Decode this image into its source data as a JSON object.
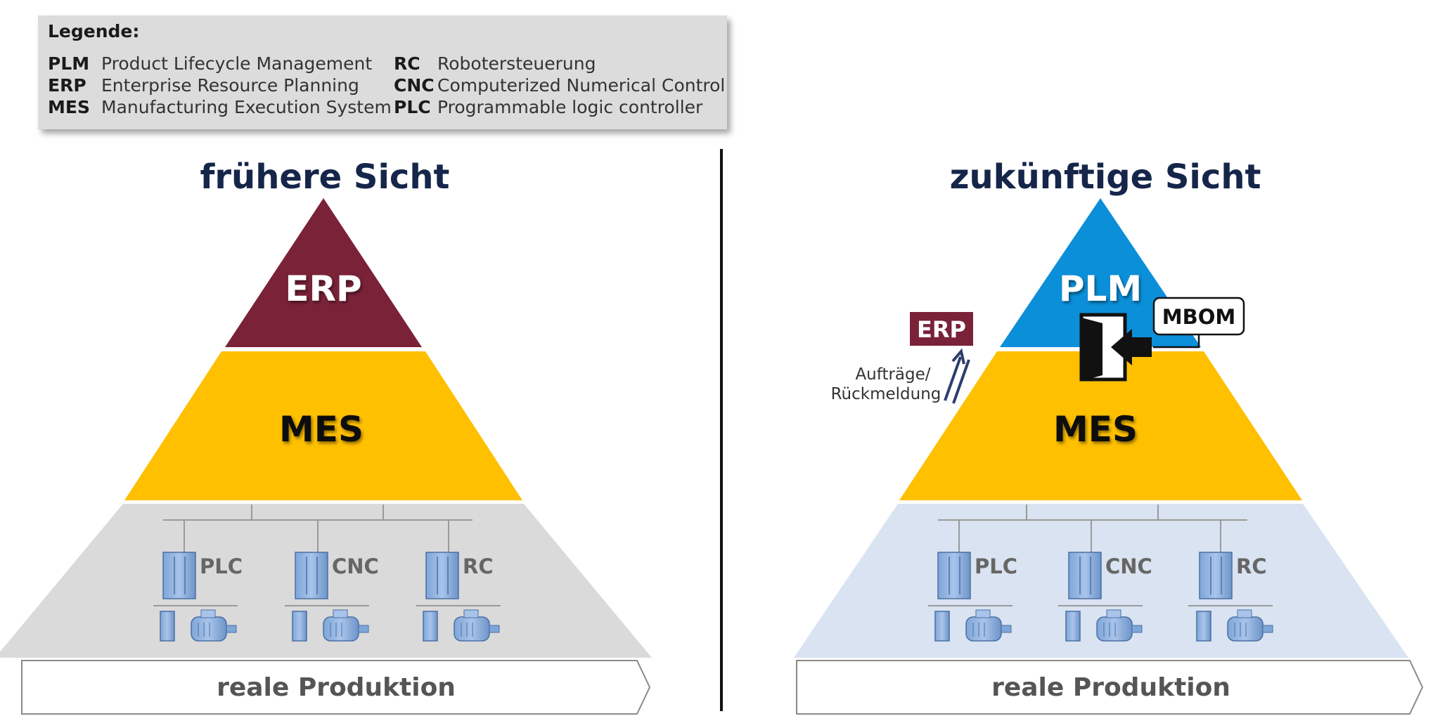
{
  "legend": {
    "title": "Legende:",
    "entries": [
      {
        "abbr": "PLM",
        "text": "Product Lifecycle Management"
      },
      {
        "abbr": "ERP",
        "text": "Enterprise Resource Planning"
      },
      {
        "abbr": "MES",
        "text": "Manufacturing Execution System"
      },
      {
        "abbr": "RC",
        "text": "Robotersteuerung"
      },
      {
        "abbr": "CNC",
        "text": "Computerized Numerical Control"
      },
      {
        "abbr": "PLC",
        "text": "Programmable logic controller"
      }
    ]
  },
  "left": {
    "title": "frühere Sicht",
    "top_label": "ERP",
    "middle_label": "MES",
    "devices": [
      "PLC",
      "CNC",
      "RC"
    ],
    "base_label": "reale Produktion"
  },
  "right": {
    "title": "zukünftige Sicht",
    "top_label": "PLM",
    "middle_label": "MES",
    "devices": [
      "PLC",
      "CNC",
      "RC"
    ],
    "base_label": "reale Produktion",
    "erp_box": "ERP",
    "mbom_label": "MBOM",
    "annotation_line1": "Aufträge/",
    "annotation_line2": "Rückmeldung"
  },
  "colors": {
    "title": "#15264a",
    "erp": "#7a2238",
    "mes": "#ffc000",
    "plm": "#0b8fd9",
    "base_left": "#dadada",
    "base_right": "#d9e3f1",
    "device_text": "#666666",
    "arrow": "#2d3e6e"
  }
}
